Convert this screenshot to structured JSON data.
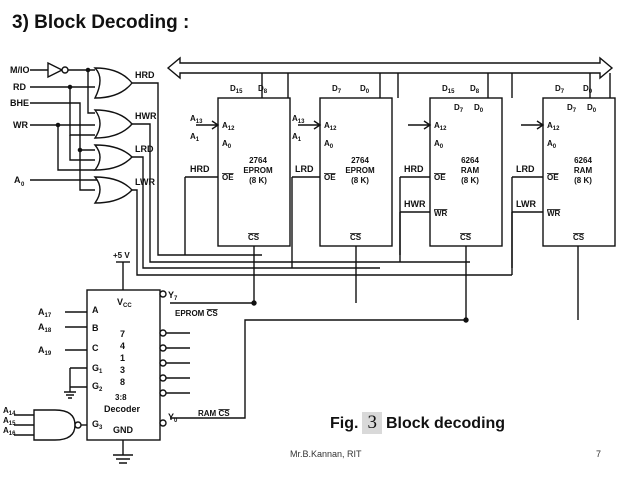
{
  "title": "3) Block Decoding :",
  "figure": {
    "label": "Fig.",
    "number": "3",
    "caption": "Block decoding"
  },
  "footer": {
    "author": "Mr.B.Kannan, RIT",
    "page": "7"
  },
  "signals": {
    "mio": "M/IO",
    "rd": "RD",
    "bhe": "BHE",
    "wr": "WR",
    "a0": "A",
    "hrd": "HRD",
    "hwr": "HWR",
    "lrd": "LRD",
    "lwr": "LWR"
  },
  "chips": [
    {
      "part": "2764",
      "type": "EPROM",
      "size": "(8 K)",
      "d_hi": "D",
      "d_hi_sub": "15",
      "d_lo": "D",
      "d_lo_sub": "8"
    },
    {
      "part": "2764",
      "type": "EPROM",
      "size": "(8 K)",
      "d_hi": "D",
      "d_hi_sub": "7",
      "d_lo": "D",
      "d_lo_sub": "0"
    },
    {
      "part": "6264",
      "type": "RAM",
      "size": "(8 K)",
      "d_hi": "D",
      "d_hi_sub": "15",
      "d_lo": "D",
      "d_lo_sub": "8"
    },
    {
      "part": "6264",
      "type": "RAM",
      "size": "(8 K)",
      "d_hi": "D",
      "d_hi_sub": "7",
      "d_lo": "D",
      "d_lo_sub": "0"
    }
  ],
  "chip_pins": {
    "a12": "A",
    "a12_sub": "12",
    "a0": "A",
    "a0_sub": "0",
    "a13": "A",
    "a13_sub": "13",
    "a1": "A",
    "a1_sub": "1",
    "oe": "OE",
    "we": "WR",
    "cs": "CS",
    "inner_d7": "D",
    "inner_d7_sub": "7",
    "inner_d0": "D",
    "inner_d0_sub": "0"
  },
  "decoder": {
    "vcc_label": "+5 V",
    "pins_left": [
      "A",
      "B",
      "C",
      "G",
      "G",
      "G"
    ],
    "addr_inputs": [
      {
        "t": "A",
        "s": "17"
      },
      {
        "t": "A",
        "s": "18"
      },
      {
        "t": "A",
        "s": "19"
      }
    ],
    "nand_inputs": [
      {
        "t": "A",
        "s": "14"
      },
      {
        "t": "A",
        "s": "15"
      },
      {
        "t": "A",
        "s": "16"
      }
    ],
    "g_subs": [
      "1",
      "2",
      "3"
    ],
    "vcc": "V",
    "vcc_sub": "CC",
    "outputs": [
      "7",
      "4",
      "1",
      "3",
      "8"
    ],
    "ratio": "3:8",
    "name": "Decoder",
    "gnd": "GND",
    "y7": "Y",
    "y7_sub": "7",
    "y0": "Y",
    "y0_sub": "0",
    "eprom_cs": "EPROM",
    "ram_cs": "RAM",
    "cs": "CS"
  }
}
